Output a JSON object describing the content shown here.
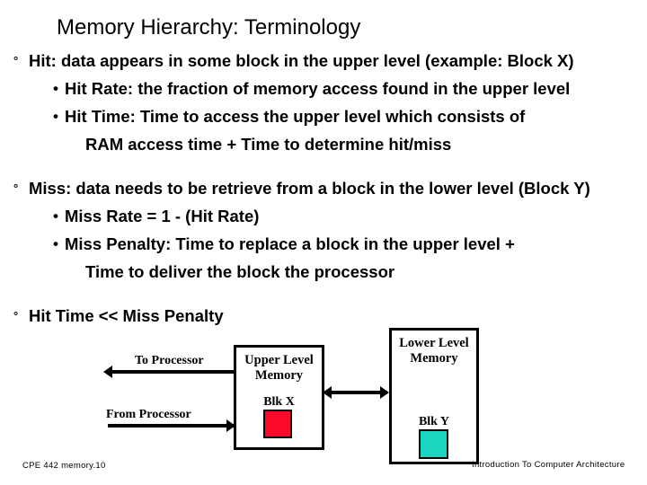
{
  "slide": {
    "title": "Memory Hierarchy: Terminology",
    "bullet_marker_level1": "°",
    "bullet_marker_level2": "•",
    "body": [
      {
        "level": 1,
        "text": "Hit: data appears in some block in the upper level (example: Block X)"
      },
      {
        "level": 2,
        "text": "Hit Rate: the fraction of memory access found in the upper level"
      },
      {
        "level": 2,
        "text": "Hit Time: Time to access the upper level which consists of"
      },
      {
        "level": 3,
        "text": "RAM access time + Time to determine hit/miss"
      },
      {
        "level": 1,
        "text": "Miss: data needs to be retrieve from a block in the lower level (Block Y)"
      },
      {
        "level": 2,
        "text": "Miss Rate  = 1 - (Hit Rate)"
      },
      {
        "level": 2,
        "text": "Miss Penalty: Time to replace a block in the upper level  +"
      },
      {
        "level": 3,
        "text": "Time to deliver the block the processor"
      },
      {
        "level": 1,
        "text": "Hit Time << Miss Penalty"
      }
    ],
    "diagram": {
      "upper_box": {
        "title_line1": "Upper Level",
        "title_line2": "Memory",
        "block_label": "Blk X",
        "block_color": "#fa0a28"
      },
      "lower_box": {
        "title_line1": "Lower Level",
        "title_line2": "Memory",
        "block_label": "Blk Y",
        "block_color": "#1ad6c1"
      },
      "arrows": {
        "to_processor": "To Processor",
        "from_processor": "From Processor"
      }
    },
    "footer_left": "CPE 442  memory.10",
    "footer_right": "Introduction To Computer Architecture"
  }
}
